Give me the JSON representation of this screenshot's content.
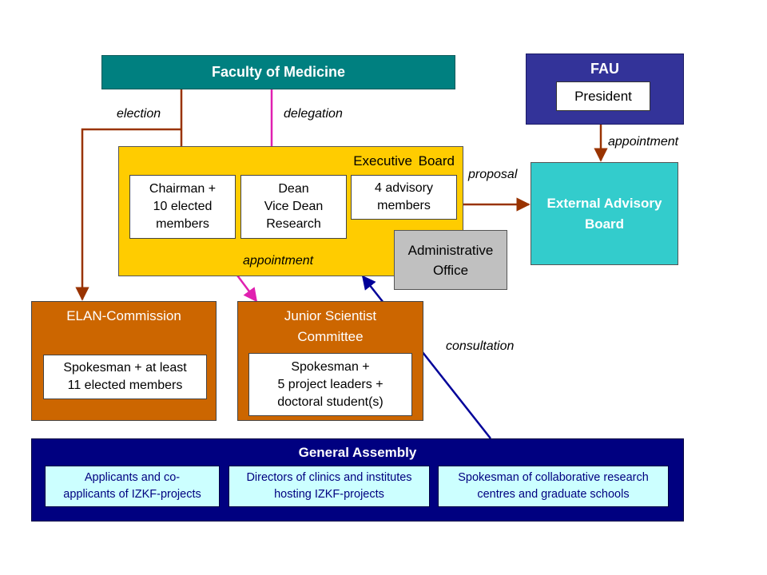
{
  "nodes": {
    "faculty": "Faculty of Medicine",
    "fau": "FAU",
    "president": "President",
    "executive_board": "Executive Board",
    "chairman": "Chairman +\n10 elected\nmembers",
    "dean": "Dean\nVice Dean\nResearch",
    "advisory": "4 advisory\nmembers",
    "admin_office": "Administrative\nOffice",
    "external_board": "External Advisory\nBoard",
    "elan": "ELAN-Commission",
    "elan_members": "Spokesman + at least\n11 elected members",
    "junior": "Junior Scientist\nCommittee",
    "junior_members": "Spokesman +\n5 project leaders +\ndoctoral student(s)",
    "general_assembly": "General Assembly",
    "ga_applicants": "Applicants and co-\napplicants of IZKF-projects",
    "ga_directors": "Directors of clinics and institutes\nhosting IZKF-projects",
    "ga_spokesman": "Spokesman of collaborative research\ncentres and graduate schools"
  },
  "edge_labels": {
    "election": "election",
    "delegation": "delegation",
    "appointment_fau": "appointment",
    "proposal": "proposal",
    "appointment_junior": "appointment",
    "consultation": "consultation"
  },
  "colors": {
    "faculty": "#008080",
    "fau": "#333399",
    "executive_board": "#ffcc00",
    "admin_office": "#c0c0c0",
    "external_board": "#33cccc",
    "committees": "#cc6600",
    "general_assembly": "#000080",
    "ga_items": "#ccffff",
    "arrow_brown": "#993300",
    "arrow_magenta": "#e020b0",
    "arrow_navy": "#000099"
  }
}
